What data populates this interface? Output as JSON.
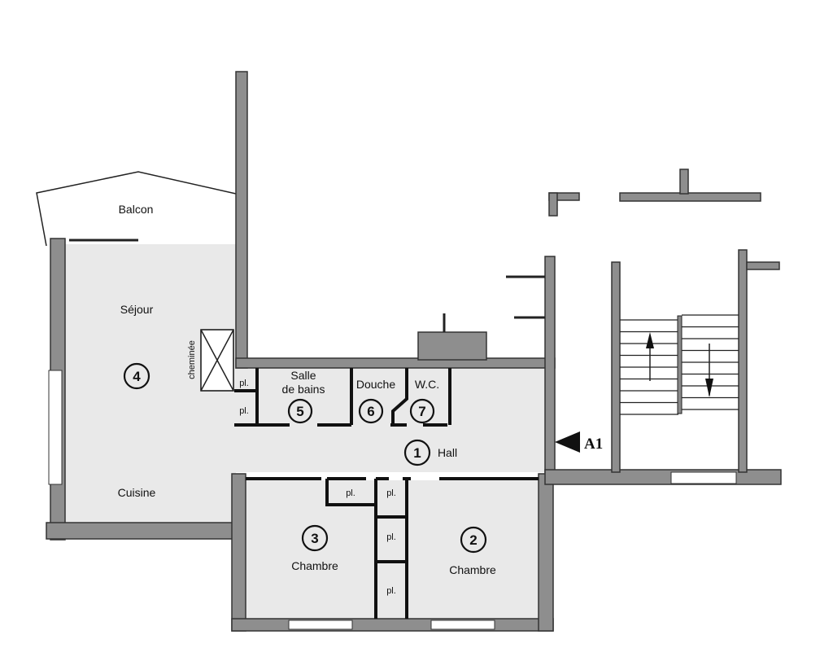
{
  "rooms": [
    {
      "number": "1",
      "name": "Hall"
    },
    {
      "number": "2",
      "name": "Chambre"
    },
    {
      "number": "3",
      "name": "Chambre"
    },
    {
      "number": "4",
      "name": "Séjour"
    },
    {
      "number": "5",
      "name": "Salle de bains",
      "line1": "Salle",
      "line2": "de bains"
    },
    {
      "number": "6",
      "name": "Douche"
    },
    {
      "number": "7",
      "name": "W.C."
    }
  ],
  "labels": {
    "balcon": "Balcon",
    "cuisine": "Cuisine",
    "cheminee": "cheminée",
    "placard": "pl.",
    "entry_marker": "A1"
  }
}
